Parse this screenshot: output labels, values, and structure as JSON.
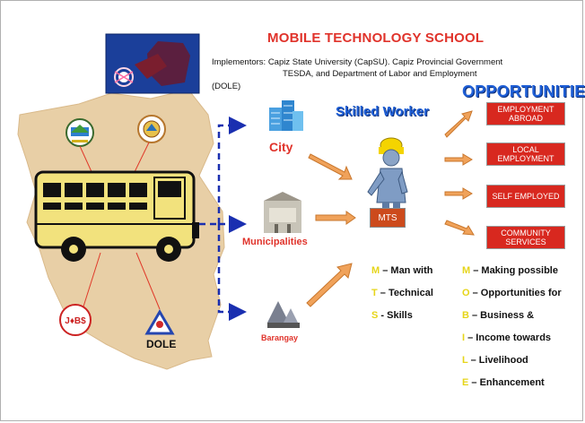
{
  "title": "MOBILE TECHNOLOGY SCHOOL",
  "implementors": {
    "line1": "Implementors:  Capiz State University (CapSU). Capiz Provincial Government",
    "line2": "TESDA, and  Department  of  Labor and Employment",
    "line3": "(DOLE)"
  },
  "opportunities_heading": "OPPORTUNITIES",
  "skilled_worker": "Skilled Worker",
  "places": {
    "city": "City",
    "municipalities": "Municipalities",
    "barangay": "Barangay"
  },
  "mts_label": "MTS",
  "opportunity_boxes": [
    {
      "label": "EMPLOYMENT ABROAD"
    },
    {
      "label": "LOCAL EMPLOYMENT"
    },
    {
      "label": "SELF EMPLOYED"
    },
    {
      "label": "COMMUNITY SERVICES"
    }
  ],
  "mts_acronym": [
    {
      "letter": "M",
      "rest": " – Man with"
    },
    {
      "letter": "T",
      "rest": " – Technical"
    },
    {
      "letter": "S",
      "rest": " - Skills"
    }
  ],
  "mobile_acronym": [
    {
      "letter": "M",
      "rest": " – Making possible"
    },
    {
      "letter": "O",
      "rest": " – Opportunities for"
    },
    {
      "letter": "B",
      "rest": " – Business &"
    },
    {
      "letter": "I",
      "rest": " –  Income towards"
    },
    {
      "letter": "L",
      "rest": " – Livelihood"
    },
    {
      "letter": "E",
      "rest": " – Enhancement"
    }
  ],
  "dole_logo_text": "DOLE",
  "colors": {
    "title_red": "#e0332b",
    "heading_blue": "#1f5fd6",
    "box_red": "#d8281f",
    "acronym_yellow": "#e6d51a",
    "map_tan": "#e8cfa6"
  }
}
